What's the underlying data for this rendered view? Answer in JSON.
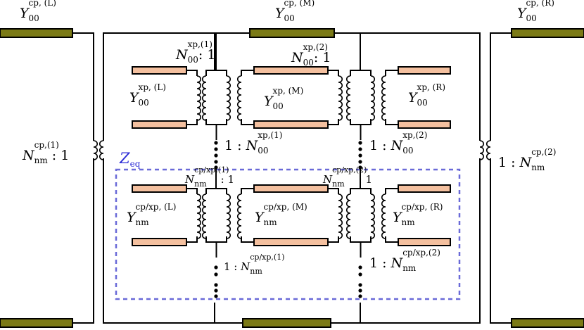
{
  "labels": {
    "y_cp_L": {
      "base": "Y",
      "sup": "cp, (L)",
      "sub": "00"
    },
    "y_cp_M": {
      "base": "Y",
      "sup": "cp, (M)",
      "sub": "00"
    },
    "y_cp_R": {
      "base": "Y",
      "sup": "cp, (R)",
      "sub": "00"
    },
    "n_xp_1": {
      "base": "N",
      "sup": "xp,(1)",
      "sub": "00",
      "ratio": ": 1"
    },
    "n_xp_2": {
      "base": "N",
      "sup": "xp,(2)",
      "sub": "00",
      "ratio": ": 1"
    },
    "y_xp_L": {
      "base": "Y",
      "sup": "xp, (L)",
      "sub": "00"
    },
    "y_xp_M": {
      "base": "Y",
      "sup": "xp, (M)",
      "sub": "00"
    },
    "y_xp_R": {
      "base": "Y",
      "sup": "xp, (R)",
      "sub": "00"
    },
    "one_n_xp_1": {
      "pre": "1 : ",
      "base": "N",
      "sup": "xp,(1)",
      "sub": "00"
    },
    "one_n_xp_2": {
      "pre": "1 : ",
      "base": "N",
      "sup": "xp,(2)",
      "sub": "00"
    },
    "n_cp_1": {
      "base": "N",
      "sup": "cp,(1)",
      "sub": "nm",
      "ratio": " : 1"
    },
    "one_n_cp_2": {
      "pre": "1 : ",
      "base": "N",
      "sup": "cp,(2)",
      "sub": "nm"
    },
    "z_eq": {
      "base": "Z",
      "sub": "eq"
    },
    "n_cpxp_1": {
      "base": "N",
      "sup": "cp/xp,(1)",
      "sub": "nm",
      "ratio": ": 1"
    },
    "n_cpxp_2": {
      "base": "N",
      "sup": "cp/xp,(2)",
      "sub": "nm",
      "ratio": ": 1"
    },
    "y_cpxp_L": {
      "base": "Y",
      "sup": "cp/xp, (L)",
      "sub": "nm"
    },
    "y_cpxp_M": {
      "base": "Y",
      "sup": "cp/xp, (M)",
      "sub": "nm"
    },
    "y_cpxp_R": {
      "base": "Y",
      "sup": "cp/xp, (R)",
      "sub": "nm"
    },
    "one_n_cpxp_1": {
      "pre": "1 : ",
      "base": "N",
      "sup": "cp/xp,(1)",
      "sub": "nm"
    },
    "one_n_cpxp_2": {
      "pre": "1 : ",
      "base": "N",
      "sup": "cp/xp,(2)",
      "sub": "nm"
    }
  },
  "colors": {
    "cp_line": "#7b7a16",
    "xp_line": "#f4c09f",
    "wire": "#000000",
    "zeq_box": "#6a6ad8",
    "zeq_text": "#2b2bd6"
  }
}
